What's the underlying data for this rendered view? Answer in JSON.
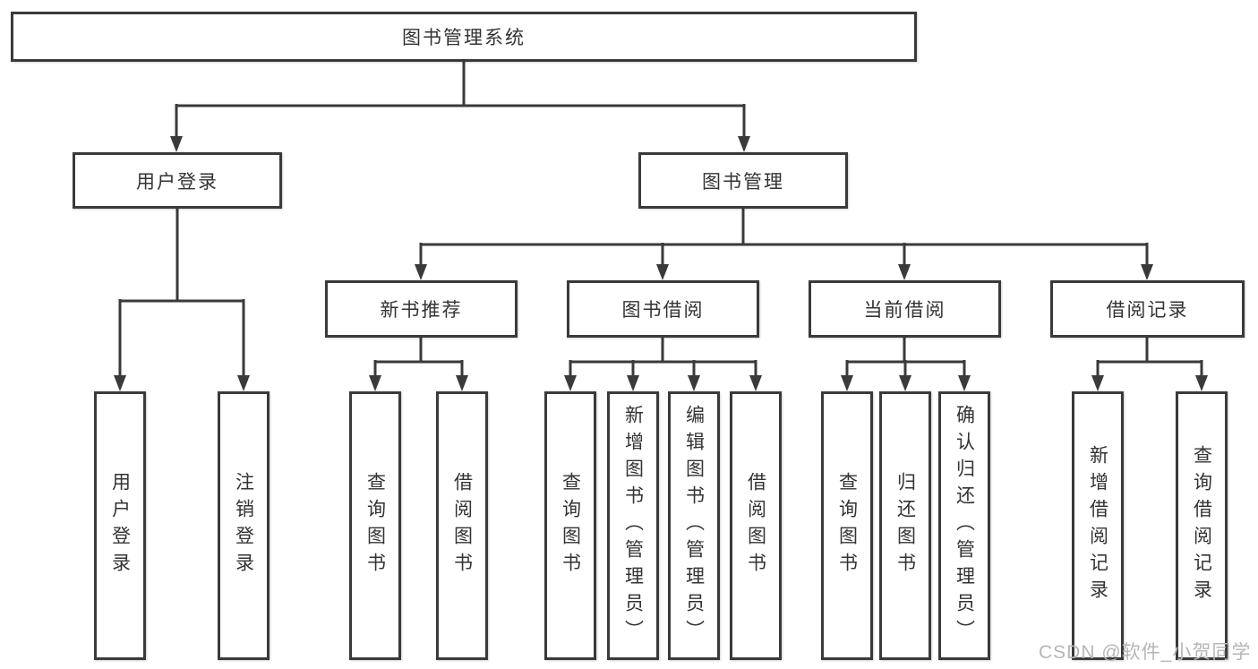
{
  "tree": {
    "root": {
      "label": "图书管理系统"
    },
    "children": [
      {
        "label": "用户登录",
        "children": [
          {
            "label": "用户登录"
          },
          {
            "label": "注销登录"
          }
        ]
      },
      {
        "label": "图书管理",
        "children": [
          {
            "label": "新书推荐",
            "children": [
              {
                "label": "查询图书"
              },
              {
                "label": "借阅图书"
              }
            ]
          },
          {
            "label": "图书借阅",
            "children": [
              {
                "label": "查询图书"
              },
              {
                "label": "新增图书（管理员）"
              },
              {
                "label": "编辑图书（管理员）"
              },
              {
                "label": "借阅图书"
              }
            ]
          },
          {
            "label": "当前借阅",
            "children": [
              {
                "label": "查询图书"
              },
              {
                "label": "归还图书"
              },
              {
                "label": "确认归还（管理员）"
              }
            ]
          },
          {
            "label": "借阅记录",
            "children": [
              {
                "label": "新增借阅记录"
              },
              {
                "label": "查询借阅记录"
              }
            ]
          }
        ]
      }
    ]
  },
  "watermark": "CSDN @软件_小贺同学",
  "colors": {
    "line": "#3a3a3a",
    "box_border": "#3a3a3a",
    "text": "#333333",
    "watermark": "#b6b6b6",
    "background": "#ffffff"
  }
}
